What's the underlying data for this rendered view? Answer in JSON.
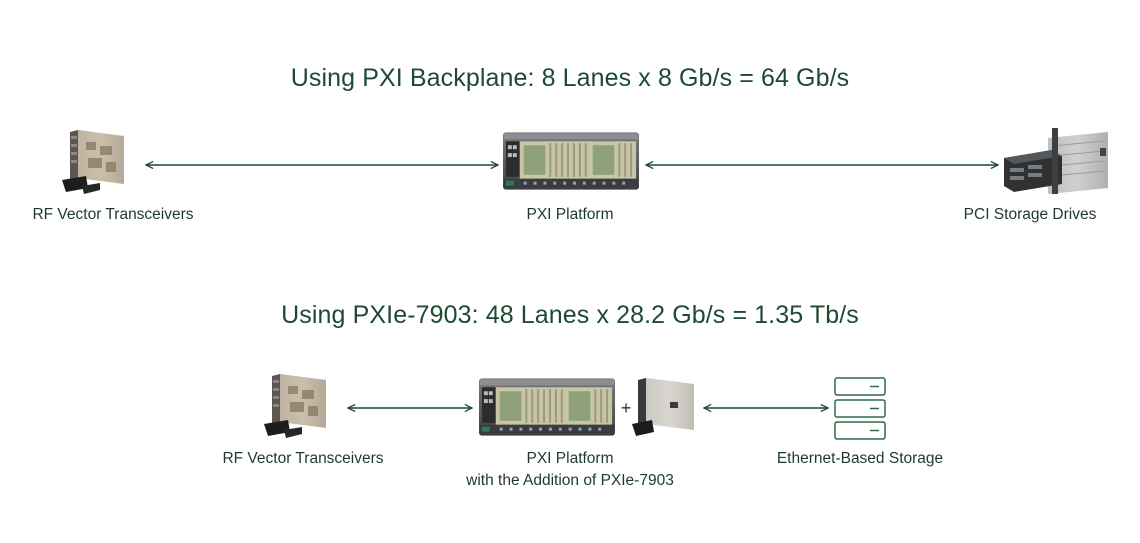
{
  "diagram": {
    "section1": {
      "title": "Using PXI Backplane: 8 Lanes x 8 Gb/s = 64 Gb/s",
      "left_label": "RF Vector Transceivers",
      "center_label": "PXI Platform",
      "right_label": "PCI Storage Drives"
    },
    "section2": {
      "title": "Using PXIe-7903: 48 Lanes x 28.2 Gb/s = 1.35 Tb/s",
      "left_label": "RF Vector Transceivers",
      "center_label_line1": "PXI Platform",
      "center_label_line2": "with the Addition of PXIe-7903",
      "plus_sign": "+",
      "right_label": "Ethernet-Based Storage"
    },
    "colors": {
      "title_green": "#1e4a33",
      "arrow_green": "#1e4a33",
      "icon_green": "#2f6b4a"
    }
  }
}
